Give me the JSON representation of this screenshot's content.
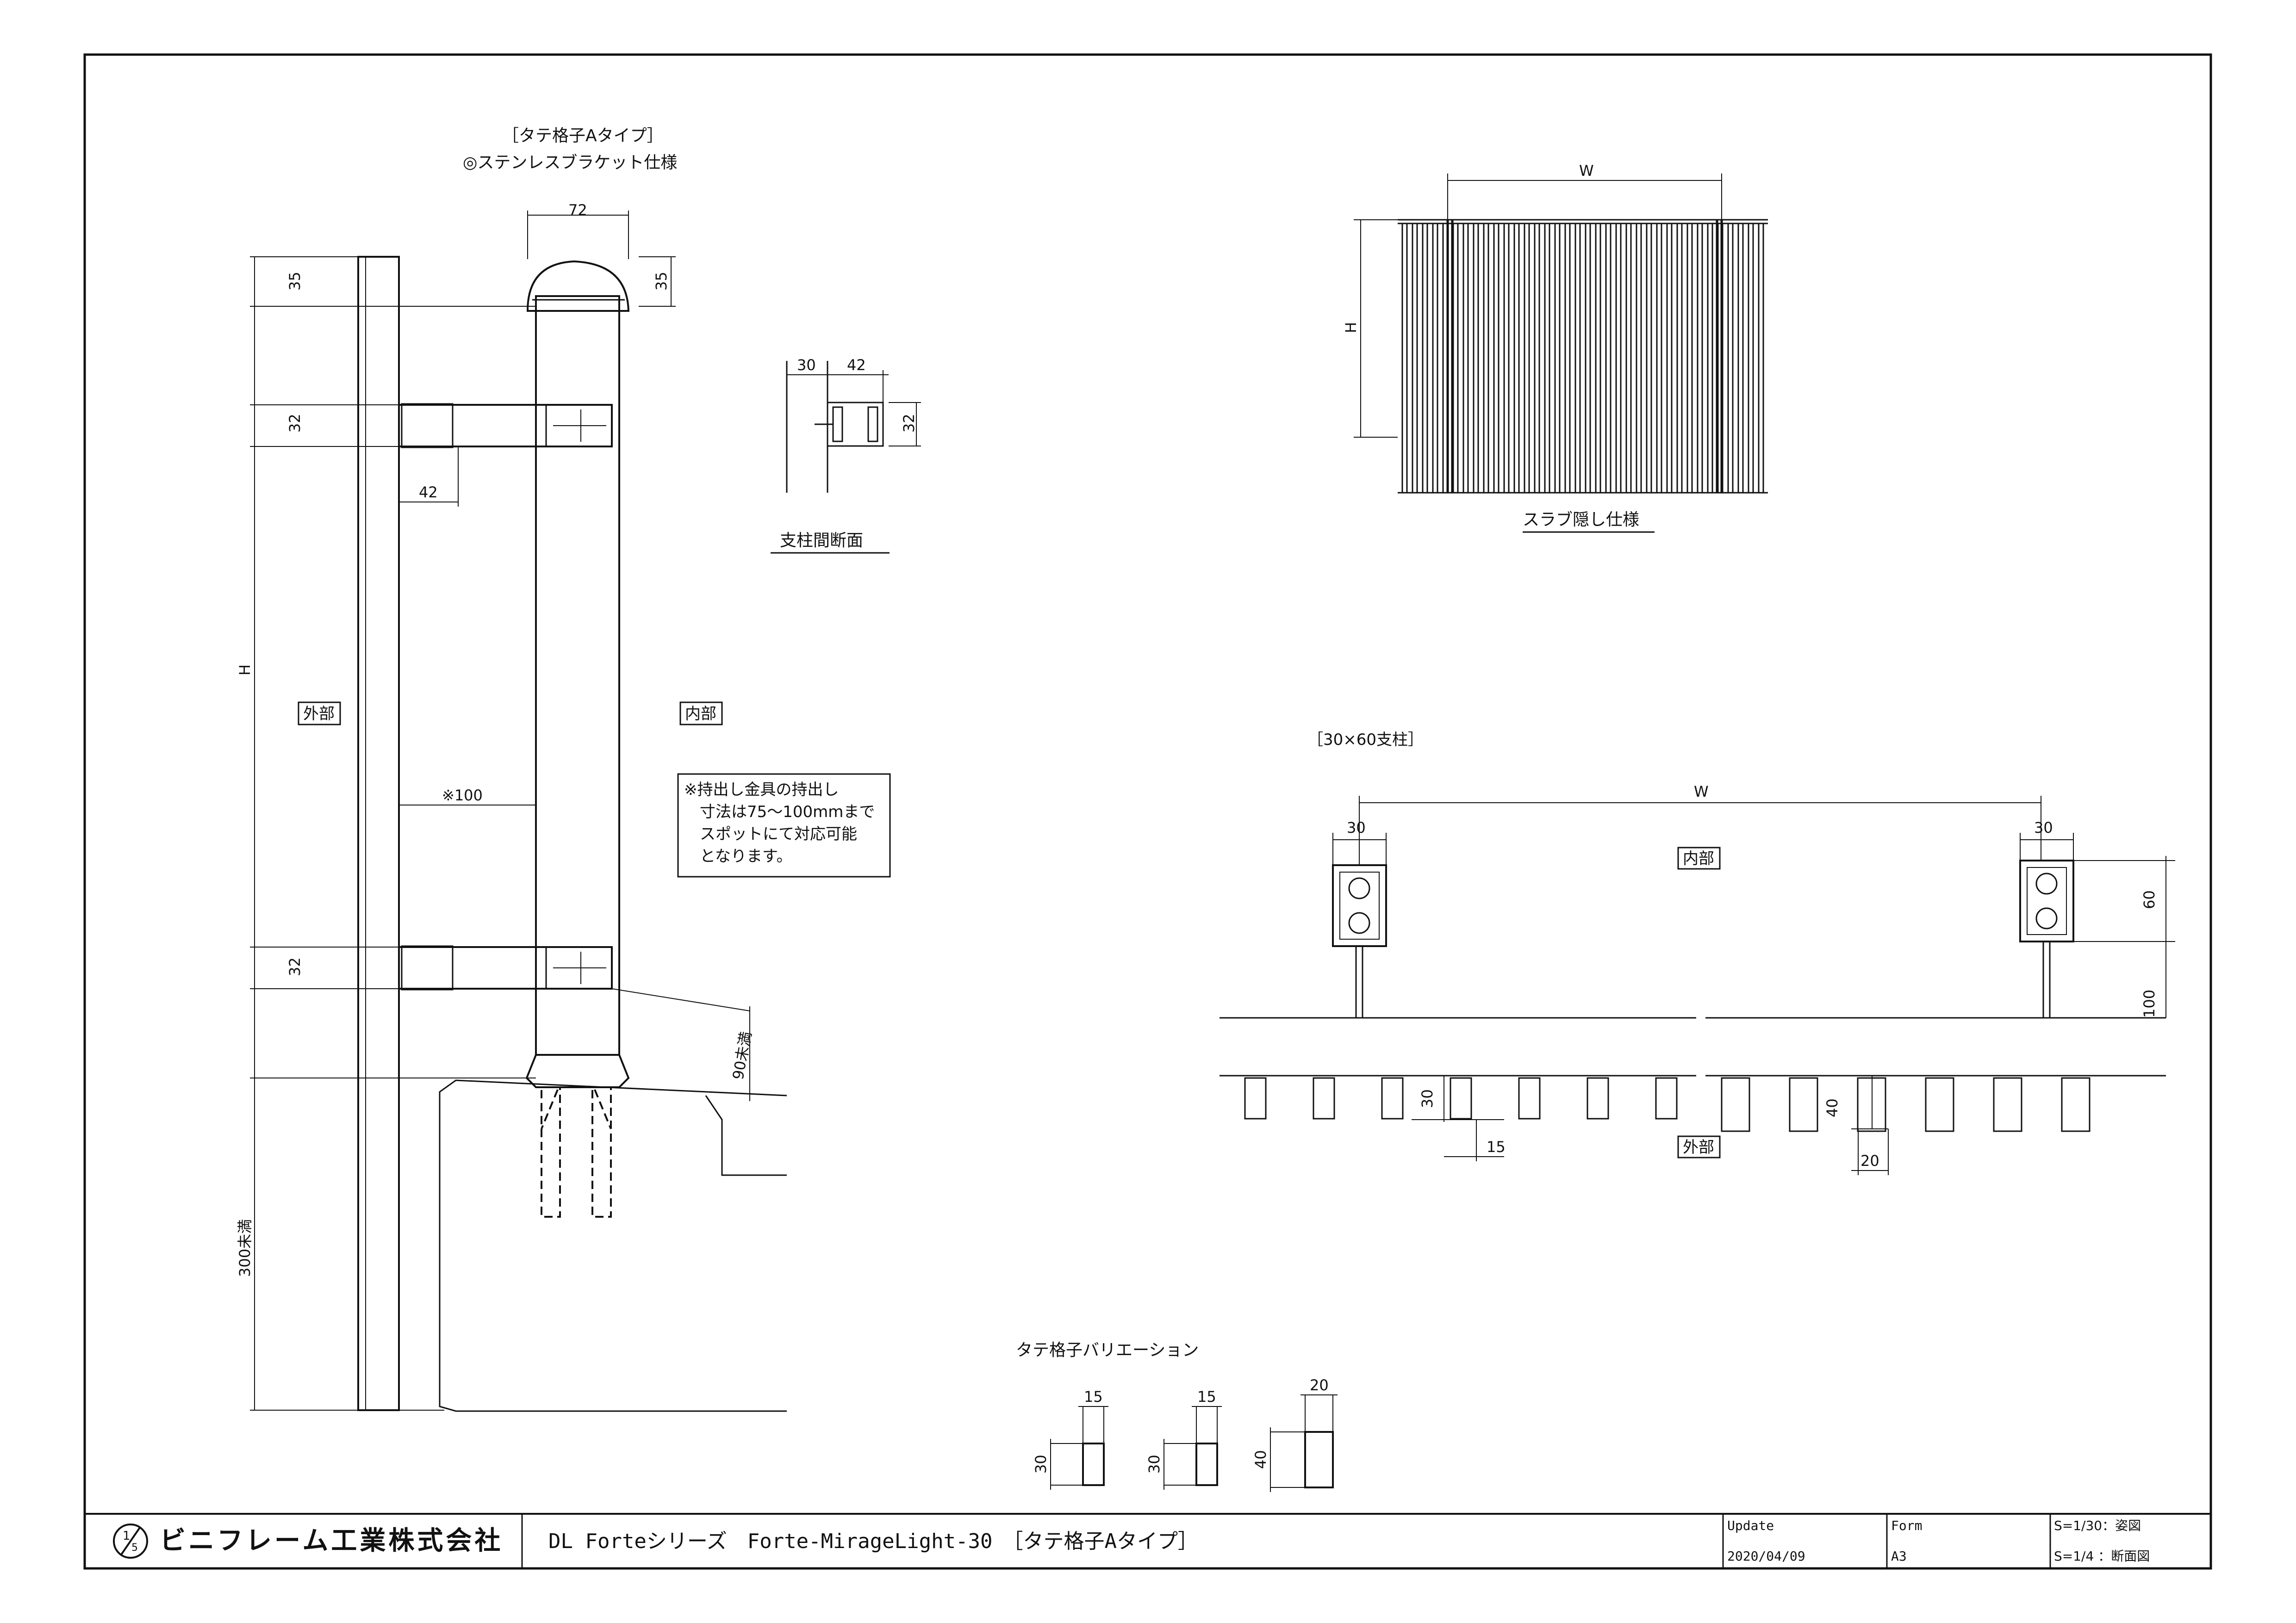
{
  "section_detail": {
    "title_line1": "［タテ格子Aタイプ］",
    "title_line2": "◎ステンレスブラケット仕様",
    "dim_72": "72",
    "dim_35_left": "35",
    "dim_35_right": "35",
    "dim_32_top": "32",
    "dim_42": "42",
    "dim_h": "H",
    "dim_32_bottom": "32",
    "dim_100": "※100",
    "dim_90": "90未満",
    "dim_300": "300未満",
    "label_exterior": "外部",
    "label_interior": "内部",
    "note_lines": [
      "※持出し金具の持出し",
      "　寸法は75～100mmまで",
      "　スポットにて対応可能",
      "　となります。"
    ]
  },
  "post_section": {
    "dim_30": "30",
    "dim_42": "42",
    "dim_32": "32",
    "caption": "支柱間断面"
  },
  "elevation": {
    "dim_w": "W",
    "dim_h": "H",
    "caption": "スラブ隠し仕様"
  },
  "plan_section": {
    "title": "［30×60支柱］",
    "dim_w": "W",
    "dim_30_left": "30",
    "dim_30_right": "30",
    "dim_60": "60",
    "dim_100": "100",
    "dim_30_slat": "30",
    "dim_15": "15",
    "dim_40": "40",
    "dim_20": "20",
    "label_interior": "内部",
    "label_exterior": "外部"
  },
  "variations": {
    "title": "タテ格子バリエーション",
    "items": [
      {
        "width": "15",
        "depth": "30"
      },
      {
        "width": "15",
        "depth": "30"
      },
      {
        "width": "20",
        "depth": "40"
      }
    ]
  },
  "title_block": {
    "company": "ビニフレーム工業株式会社",
    "drawing_title": "DL Forteシリーズ　Forte-MirageLight-30　［タテ格子Aタイプ］",
    "update_label": "Update",
    "update_value": "2020/04/09",
    "form_label": "Form",
    "form_value": "A3",
    "scale_line1": "S=1/30：姿図",
    "scale_line2": "S=1/4 ：断面図"
  }
}
